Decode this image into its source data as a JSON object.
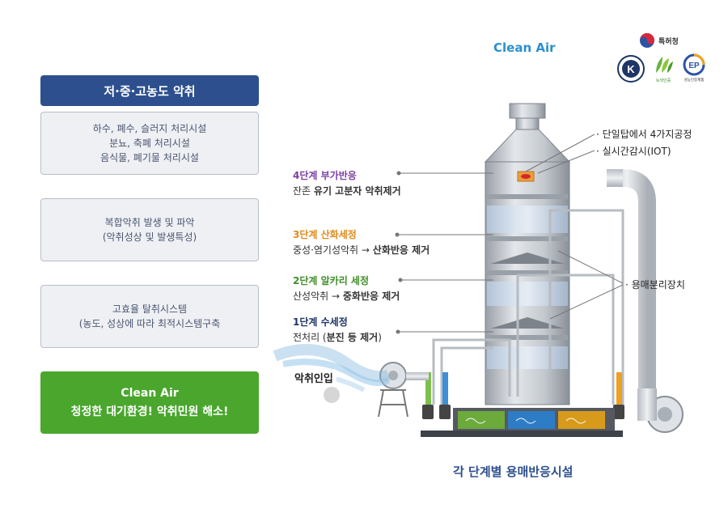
{
  "left_panel": {
    "title": "저·중·고농도 악취",
    "boxes": [
      {
        "lines": [
          "하수, 폐수, 슬러지 처리시설",
          "분뇨, 축폐 처리시설",
          "음식물, 폐기물 처리시설"
        ]
      },
      {
        "lines": [
          "복합악취 발생 및 파악",
          "(악취성상 및 발생특성)"
        ]
      },
      {
        "lines": [
          "고효율 탈취시스템",
          "(농도, 성상에 따라 최적시스템구축"
        ]
      }
    ],
    "result": {
      "title": "Clean Air",
      "subtitle": "청정한 대기환경! 악취민원 해소!"
    }
  },
  "header": {
    "brand": "Clean Air",
    "kipo_label": "특허청",
    "cert_labels": [
      "K",
      "녹색인증",
      "EP",
      "성능인증제품"
    ]
  },
  "stages": [
    {
      "title": "4단계 부가반응",
      "desc_plain": "잔존 ",
      "desc_bold": "유기 고분자 악취제거",
      "color": "#7b3fa0"
    },
    {
      "title": "3단계 산화세정",
      "desc_plain": "중성·염기성악취 → ",
      "desc_bold": "산화반응 제거",
      "color": "#e0891a"
    },
    {
      "title": "2단계 알카리 세정",
      "desc_plain": "산성악취 → ",
      "desc_bold": "중화반응 제거",
      "color": "#3f8f2a"
    },
    {
      "title": "1단계 수세정",
      "desc_plain": "전처리 (",
      "desc_bold": "분진 등 제거",
      "desc_end": ")",
      "color": "#1e3566"
    }
  ],
  "annotations": {
    "top": [
      "· 단일탑에서 4가지공정",
      "· 실시간감시(IOT)"
    ],
    "separator": "· 용매분리장치"
  },
  "inlet_label": "악취인입",
  "caption": "각 단계별 용매반응시설"
}
